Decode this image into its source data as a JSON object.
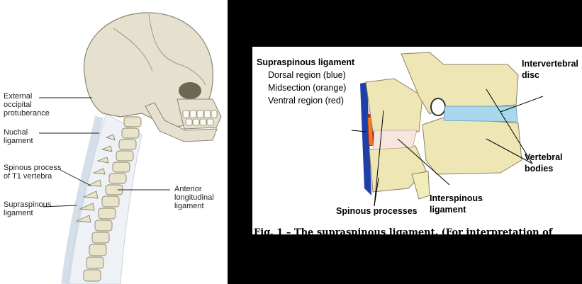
{
  "left_figure": {
    "labels": {
      "external_occipital": [
        "External",
        "occipital",
        "protuberance"
      ],
      "nuchal": [
        "Nuchal",
        "ligament"
      ],
      "spinous_t1": [
        "Spinous process",
        "of T1 vertebra"
      ],
      "supraspinous": [
        "Supraspinous",
        "ligament"
      ],
      "anterior_longitudinal": [
        "Anterior",
        "longitudinal",
        "ligament"
      ]
    }
  },
  "right_figure": {
    "supraspinous_title": "Supraspinous ligament",
    "regions": [
      "Dorsal region (blue)",
      "Midsection (orange)",
      "Ventral region (red)"
    ],
    "intervertebral_disc": [
      "Intervertebral",
      "disc"
    ],
    "vertebral_bodies": [
      "Vertebral",
      "bodies"
    ],
    "spinous_processes": "Spinous processes",
    "interspinous": [
      "Interspinous",
      "ligament"
    ],
    "caption": "Fig. 1 – The supraspinous ligament. (For interpretation of"
  },
  "colors": {
    "dorsal_blue": "#1f3fa8",
    "midsection_orange": "#e8821e",
    "ventral_red": "#c81e1e",
    "disc_blue": "#a9d8ec",
    "bone": "#efe6b6"
  }
}
